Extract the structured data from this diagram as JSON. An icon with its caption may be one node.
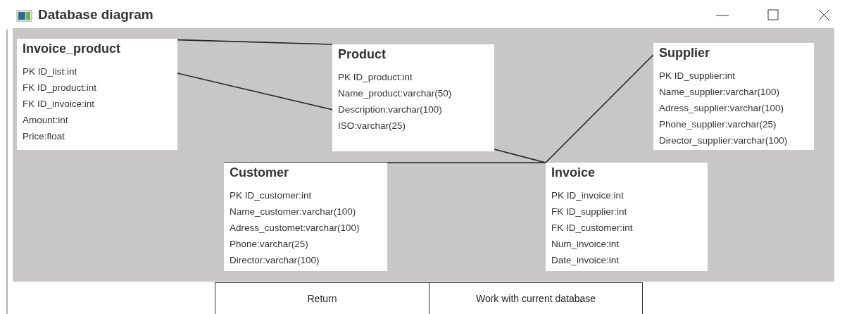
{
  "diagram": {
    "title": "Database diagram",
    "nodes": [
      {
        "text": [
          "Invoice_product",
          "PK ID_list:int",
          "FK ID_product:int",
          "FK ID_invoice:int",
          "Amount:int",
          "Price:float"
        ]
      },
      {
        "text": [
          "Product",
          "PK ID_product:int",
          "Name_product:varchar(50)",
          "Description:varchar(100)",
          "ISO:varchar(25)"
        ]
      },
      {
        "text": [
          "Supplier",
          "PK ID_supplier:int",
          "Name_supplier:varchar(100)",
          "Adress_supplier:varchar(100)",
          "Phone_supplier:varchar(25)",
          "Director_supplier:varchar(100)"
        ]
      },
      {
        "text": [
          "Customer",
          "PK ID_customer:int",
          "Name_customer:varchar(100)",
          "Adress_customet:varchar(100)",
          "Phone:varchar(25)",
          "Director:varchar(100)"
        ]
      },
      {
        "text": [
          "Invoice",
          "PK ID_invoice:int",
          "FK ID_supplier:int",
          "FK ID_customer:int",
          "Num_invoice:int",
          "Date_invoice:int"
        ]
      }
    ],
    "edges": [
      {
        "from": 0,
        "to": 1,
        "arrow": "none"
      },
      {
        "from": 0,
        "to": 1,
        "arrow": "none"
      },
      {
        "from": 1,
        "to": 4,
        "arrow": "none"
      },
      {
        "from": 2,
        "to": 4,
        "arrow": "none"
      },
      {
        "from": 3,
        "to": 4,
        "arrow": "none"
      }
    ],
    "labels": [
      "Return",
      "Work with current database"
    ]
  }
}
